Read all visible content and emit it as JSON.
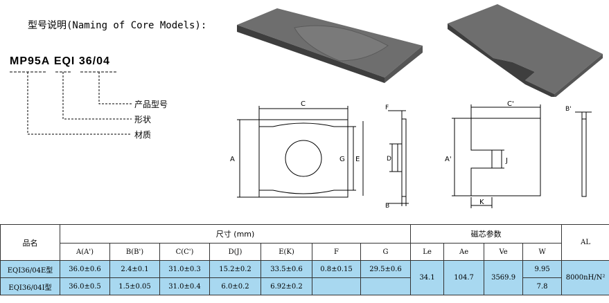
{
  "title": "型号说明(Naming of Core Models):",
  "model_code": {
    "material": "MP95A",
    "shape": "EQI",
    "product": "36/04"
  },
  "legend": {
    "product": "产品型号",
    "shape": "形状",
    "material": "材质"
  },
  "drawing_labels": {
    "core_e": {
      "C": "C",
      "A": "A",
      "G": "G",
      "E": "E"
    },
    "side_e": {
      "F": "F",
      "D": "D",
      "B": "B"
    },
    "core_i": {
      "C": "C'",
      "A": "A'",
      "J": "J",
      "K": "K"
    },
    "side_i": {
      "B": "B'"
    }
  },
  "table": {
    "name_header": "品名",
    "dim_header": "尺寸 (mm)",
    "mag_header": "磁芯参数",
    "al_header": "AL",
    "dim_columns": [
      "A(A')",
      "B(B')",
      "C(C')",
      "D(J)",
      "E(K)",
      "F",
      "G"
    ],
    "mag_columns": [
      "Le",
      "Ae",
      "Ve",
      "W"
    ],
    "rows": [
      {
        "name": "EQI36/04E型",
        "dims": [
          "36.0±0.6",
          "2.4±0.1",
          "31.0±0.3",
          "15.2±0.2",
          "33.5±0.6",
          "0.8±0.15",
          "29.5±0.6"
        ],
        "w": "9.95"
      },
      {
        "name": "EQI36/04I型",
        "dims": [
          "36.0±0.5",
          "1.5±0.05",
          "31.0±0.4",
          "6.0±0.2",
          "6.92±0.2",
          "",
          ""
        ],
        "w": "7.8"
      }
    ],
    "shared": {
      "le": "34.1",
      "ae": "104.7",
      "ve": "3569.9",
      "al": "8000nH/N²"
    }
  }
}
